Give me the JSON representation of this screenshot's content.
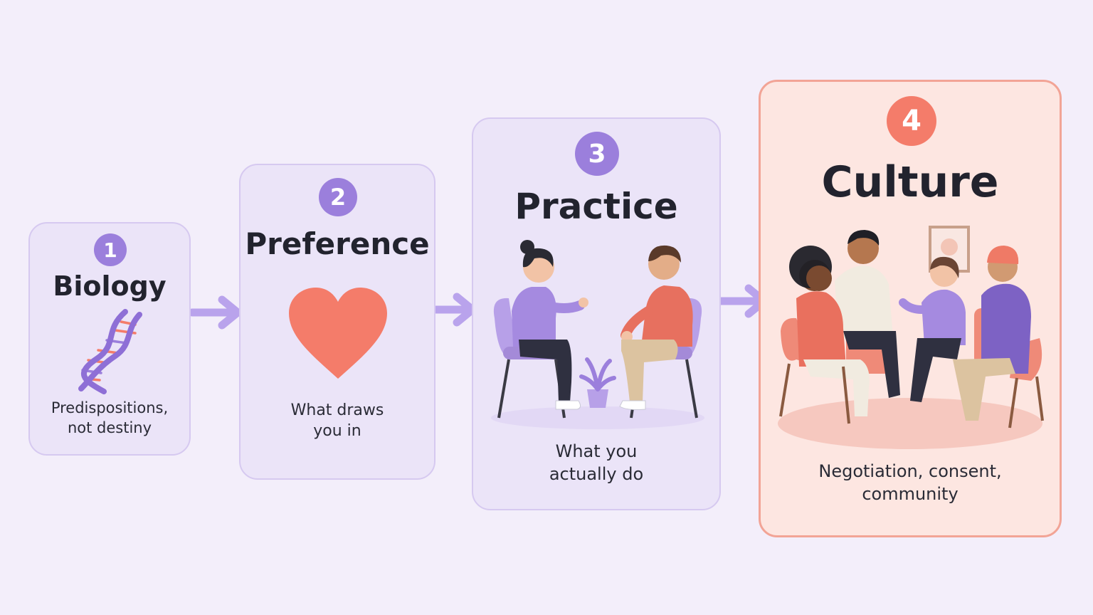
{
  "steps": [
    {
      "number": "1",
      "title": "Biology",
      "description": "Predispositions,\nnot destiny",
      "icon": "dna-icon"
    },
    {
      "number": "2",
      "title": "Preference",
      "description": "What draws\nyou in",
      "icon": "heart-icon"
    },
    {
      "number": "3",
      "title": "Practice",
      "description": "What you\nactually do",
      "icon": "two-people-talking-illustration"
    },
    {
      "number": "4",
      "title": "Culture",
      "description": "Negotiation, consent,\ncommunity",
      "icon": "group-circle-illustration"
    }
  ],
  "colors": {
    "background": "#f3eefa",
    "purple_card": "#ebe4f8",
    "purple_accent": "#9b7fdc",
    "coral_card": "#fde6e1",
    "coral_accent": "#f47c6a",
    "arrow": "#b9a3ec",
    "text": "#22232e"
  }
}
